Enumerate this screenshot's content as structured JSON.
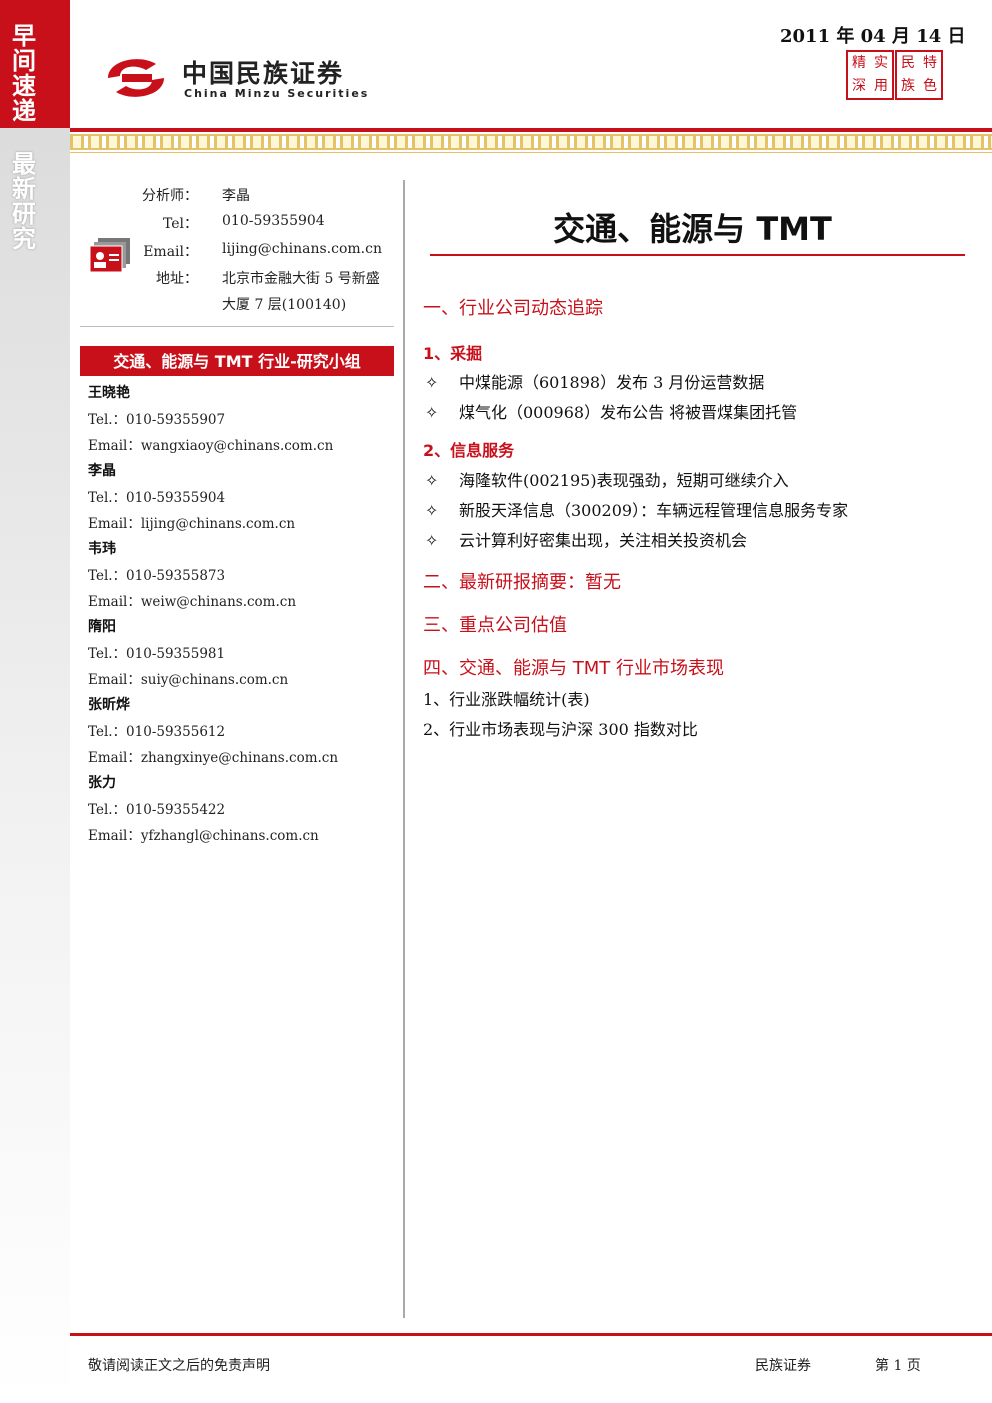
{
  "sidebar": {
    "tag1": "早间速递",
    "tag2": "最新研究"
  },
  "header": {
    "company_cn": "中国民族证券",
    "company_en": "China Minzu Securities",
    "date": "2011 年 04 月 14 日",
    "seal_a": [
      "精",
      "实",
      "深",
      "用"
    ],
    "seal_b": [
      "民",
      "特",
      "族",
      "色"
    ]
  },
  "analyst": {
    "name_label": "分析师：",
    "name": "李晶",
    "tel_label": "Tel：",
    "tel": "010-59355904",
    "email_label": "Email：",
    "email": "lijing@chinans.com.cn",
    "address_label": "地址：",
    "address_line1": "北京市金融大街 5 号新盛",
    "address_line2": "大厦 7 层(100140)"
  },
  "team": {
    "title": "交通、能源与 TMT 行业-研究小组",
    "members": [
      {
        "name": "王晓艳",
        "tel": "Tel.：010-59355907",
        "email": "Email：wangxiaoy@chinans.com.cn"
      },
      {
        "name": "李晶",
        "tel": "Tel.：010-59355904",
        "email": "Email：lijing@chinans.com.cn"
      },
      {
        "name": "韦玮",
        "tel": "Tel.：010-59355873",
        "email": "Email：weiw@chinans.com.cn"
      },
      {
        "name": "隋阳",
        "tel": "Tel.：010-59355981",
        "email": "Email：suiy@chinans.com.cn"
      },
      {
        "name": "张昕烨",
        "tel": "Tel.：010-59355612",
        "email": "Email：zhangxinye@chinans.com.cn"
      },
      {
        "name": "张力",
        "tel": "Tel.：010-59355422",
        "email": "Email：yfzhangl@chinans.com.cn"
      }
    ]
  },
  "main": {
    "title": "交通、能源与 TMT",
    "s1": "一、行业公司动态追踪",
    "s1_1": "1、采掘",
    "s1_1_items": [
      "中煤能源（601898）发布 3 月份运营数据",
      "煤气化（000968）发布公告 将被晋煤集团托管"
    ],
    "s1_2": "2、信息服务",
    "s1_2_items": [
      "海隆软件(002195)表现强劲，短期可继续介入",
      "新股天泽信息（300209）：车辆远程管理信息服务专家",
      "云计算利好密集出现，关注相关投资机会"
    ],
    "bullet_mark": "✧",
    "s2": "二、最新研报摘要：暂无",
    "s3": "三、重点公司估值",
    "s4": "四、交通、能源与 TMT 行业市场表现",
    "s4_items": [
      "1、行业涨跌幅统计(表)",
      "2、行业市场表现与沪深 300 指数对比"
    ]
  },
  "footer": {
    "disclaimer": "敬请阅读正文之后的免责声明",
    "brand": "民族证券",
    "page": "第 1 页"
  },
  "colors": {
    "accent_red": "#c8101b",
    "band_gold": "#e3c26a"
  }
}
